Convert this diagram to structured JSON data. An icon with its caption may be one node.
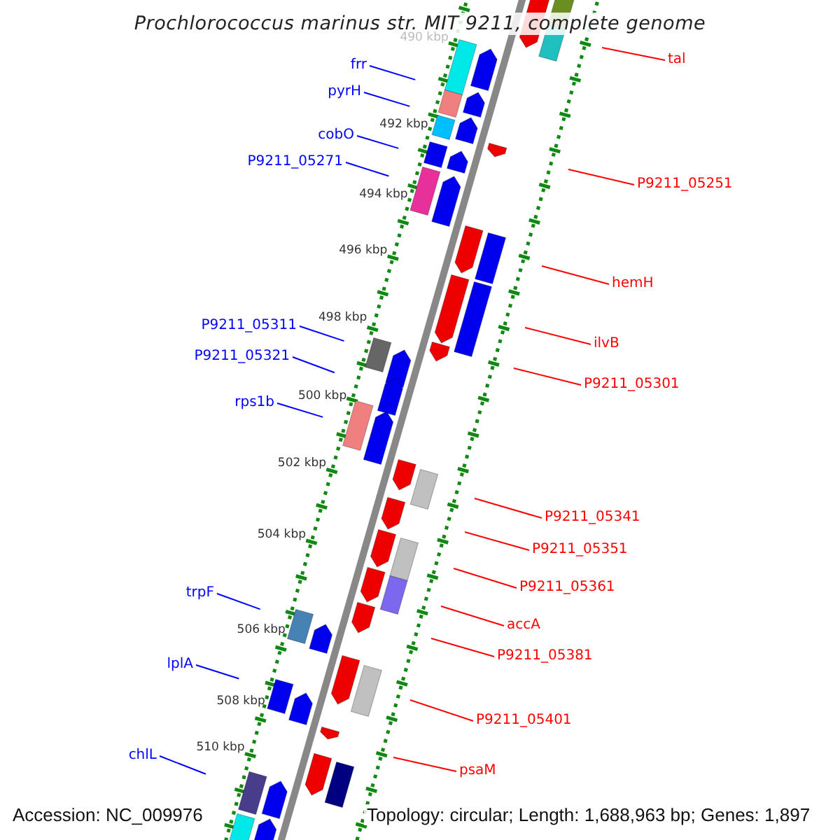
{
  "diagram": {
    "title": "Prochlorococcus marinus str. MIT 9211, complete genome",
    "nodes": [
      {
        "text": [
          "tal"
        ]
      },
      {
        "text": [
          "frr"
        ]
      },
      {
        "text": [
          "pyrH"
        ]
      },
      {
        "text": [
          "cobO"
        ]
      },
      {
        "text": [
          "P9211_05271"
        ]
      },
      {
        "text": [
          "P9211_05251"
        ]
      },
      {
        "text": [
          "hemH"
        ]
      },
      {
        "text": [
          "P9211_05311"
        ]
      },
      {
        "text": [
          "ilvB"
        ]
      },
      {
        "text": [
          "P9211_05321"
        ]
      },
      {
        "text": [
          "P9211_05301"
        ]
      },
      {
        "text": [
          "rps1b"
        ]
      },
      {
        "text": [
          "P9211_05341"
        ]
      },
      {
        "text": [
          "P9211_05351"
        ]
      },
      {
        "text": [
          "P9211_05361"
        ]
      },
      {
        "text": [
          "trpF"
        ]
      },
      {
        "text": [
          "accA"
        ]
      },
      {
        "text": [
          "P9211_05381"
        ]
      },
      {
        "text": [
          "lplA"
        ]
      },
      {
        "text": [
          "P9211_05401"
        ]
      },
      {
        "text": [
          "chlL"
        ]
      },
      {
        "text": [
          "psaM"
        ]
      }
    ],
    "edges": [
      {
        "from": 0,
        "to": null,
        "arrow": "none"
      },
      {
        "from": 1,
        "to": null,
        "arrow": "none",
        "color": "#0000ff"
      },
      {
        "from": 2,
        "to": null,
        "arrow": "none",
        "color": "#0000ff"
      },
      {
        "from": 3,
        "to": null,
        "arrow": "none",
        "color": "#0000ff"
      },
      {
        "from": 4,
        "to": null,
        "arrow": "none",
        "color": "#0000ff"
      },
      {
        "from": 5,
        "to": null,
        "arrow": "none"
      },
      {
        "from": 6,
        "to": null,
        "arrow": "none"
      },
      {
        "from": 7,
        "to": null,
        "arrow": "none",
        "color": "#0000ff"
      },
      {
        "from": 8,
        "to": null,
        "arrow": "none"
      },
      {
        "from": 9,
        "to": null,
        "arrow": "none",
        "color": "#0000ff"
      },
      {
        "from": 10,
        "to": null,
        "arrow": "none"
      },
      {
        "from": 11,
        "to": null,
        "arrow": "none",
        "color": "#0000ff"
      },
      {
        "from": 12,
        "to": null,
        "arrow": "none"
      },
      {
        "from": 13,
        "to": null,
        "arrow": "none"
      },
      {
        "from": 14,
        "to": null,
        "arrow": "none"
      },
      {
        "from": 15,
        "to": null,
        "arrow": "none",
        "color": "#0000ff"
      },
      {
        "from": 16,
        "to": null,
        "arrow": "none"
      },
      {
        "from": 17,
        "to": null,
        "arrow": "none"
      },
      {
        "from": 18,
        "to": null,
        "arrow": "none",
        "color": "#0000ff"
      },
      {
        "from": 19,
        "to": null,
        "arrow": "none"
      },
      {
        "from": 20,
        "to": null,
        "arrow": "none",
        "color": "#0000ff"
      },
      {
        "from": 21,
        "to": null,
        "arrow": "none"
      }
    ],
    "labels": [
      "490 kbp",
      "492 kbp",
      "494 kbp",
      "496 kbp",
      "498 kbp",
      "500 kbp",
      "502 kbp",
      "504 kbp",
      "506 kbp",
      "508 kbp",
      "510 kbp",
      "Accession: NC_009976",
      "Topology: circular; Length: 1,688,963 bp; Genes: 1,897"
    ]
  }
}
